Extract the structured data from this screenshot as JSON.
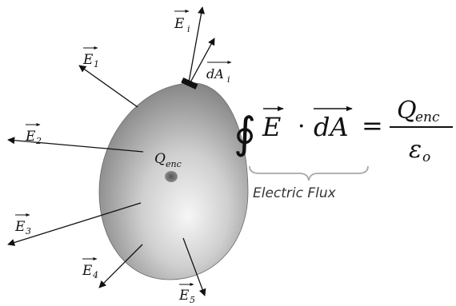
{
  "labels": {
    "E_letter": "E",
    "e1_sub": "1",
    "e2_sub": "2",
    "e3_sub": "3",
    "e4_sub": "4",
    "e5_sub": "5",
    "ei_sub": "i",
    "dA_letters": "dA",
    "dA_sub": "i",
    "Q_letter": "Q",
    "enc_sub": "enc"
  },
  "equation": {
    "integral": "∮",
    "E": "E",
    "dot": "·",
    "dA": "dA",
    "equals": "=",
    "numerator_Q": "Q",
    "numerator_sub": "enc",
    "denominator": "ε",
    "denominator_sub": "o"
  },
  "flux_label": "Electric Flux",
  "colors": {
    "ink": "#111111",
    "surface_light": "#f2f2f2",
    "surface_dark": "#7a7a7a",
    "brace": "#a8a8a8",
    "charge": "#6e6e6e"
  }
}
